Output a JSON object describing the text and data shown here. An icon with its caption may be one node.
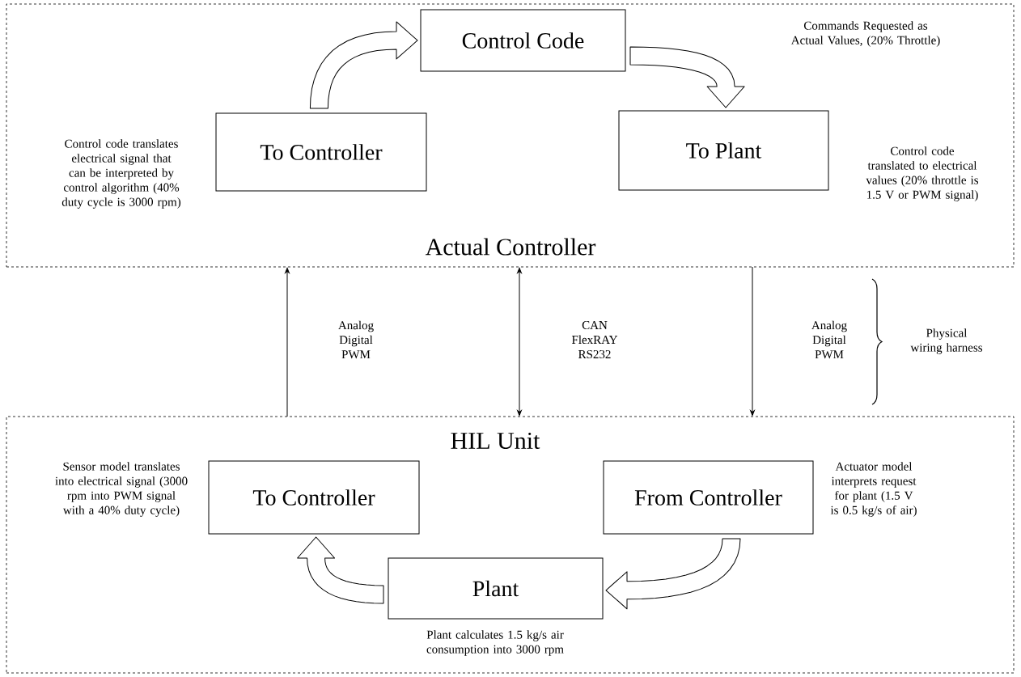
{
  "diagram": {
    "nodes": [
      {
        "text": [
          "Actual Controller"
        ]
      },
      {
        "text": [
          "Control Code"
        ],
        "in": 0
      },
      {
        "text": [
          "To Controller"
        ],
        "in": 0,
        "beside": [
          "Control code translates electrical signal that can be interpreted by control algorithm (40% duty cycle is 3000 rpm)"
        ]
      },
      {
        "text": [
          "To Plant"
        ],
        "in": 0,
        "beside": [
          "Control code translated to electrical values (20% throttle is 1.5 V or PWM signal)"
        ]
      },
      {
        "text": [
          "HIL Unit"
        ]
      },
      {
        "text": [
          "To Controller"
        ],
        "in": 4,
        "beside": [
          "Sensor model translates into electrical signal (3000 rpm into PWM signal with a 40% duty cycle)"
        ]
      },
      {
        "text": [
          "From Controller"
        ],
        "in": 4,
        "beside": [
          "Actuator model interprets request for plant (1.5 V is 0.5 kg/s of air)"
        ]
      },
      {
        "text": [
          "Plant"
        ],
        "in": 4,
        "beside": [
          "Plant calculates 1.5 kg/s air consumption into 3000 rpm"
        ]
      }
    ],
    "edges": [
      {
        "from": 2,
        "to": 1,
        "arrow": "to",
        "style": "thick"
      },
      {
        "from": 1,
        "to": 3,
        "arrow": "to",
        "style": "thick"
      },
      {
        "from": 6,
        "to": 7,
        "arrow": "to",
        "style": "thick"
      },
      {
        "from": 7,
        "to": 5,
        "arrow": "to",
        "style": "thick"
      },
      {
        "from": 4,
        "to": 0,
        "arrow": "to",
        "label": "Analog Digital PWM"
      },
      {
        "from": 0,
        "to": 4,
        "arrow": "both",
        "label": "CAN FlexRAY RS232"
      },
      {
        "from": 0,
        "to": 4,
        "arrow": "to",
        "label": "Analog Digital PWM"
      }
    ],
    "labels": [
      "Commands Requested as Actual Values, (20% Throttle)",
      "Physical wiring harness"
    ]
  }
}
